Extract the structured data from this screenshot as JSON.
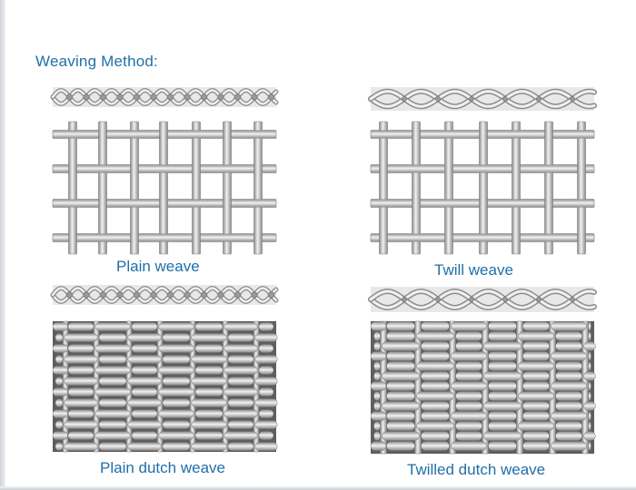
{
  "heading": "Weaving Method:",
  "captions": {
    "plain": "Plain weave",
    "twill": "Twill weave",
    "plain_dutch": "Plain dutch weave",
    "twilled_dutch": "Twilled dutch weave"
  },
  "colors": {
    "text": "#1f6fa8",
    "wire_light": "#f2f2f2",
    "wire_mid": "#c4c4c4",
    "wire_dark": "#8a8a8a",
    "dense_background": "#5e5e5e"
  }
}
